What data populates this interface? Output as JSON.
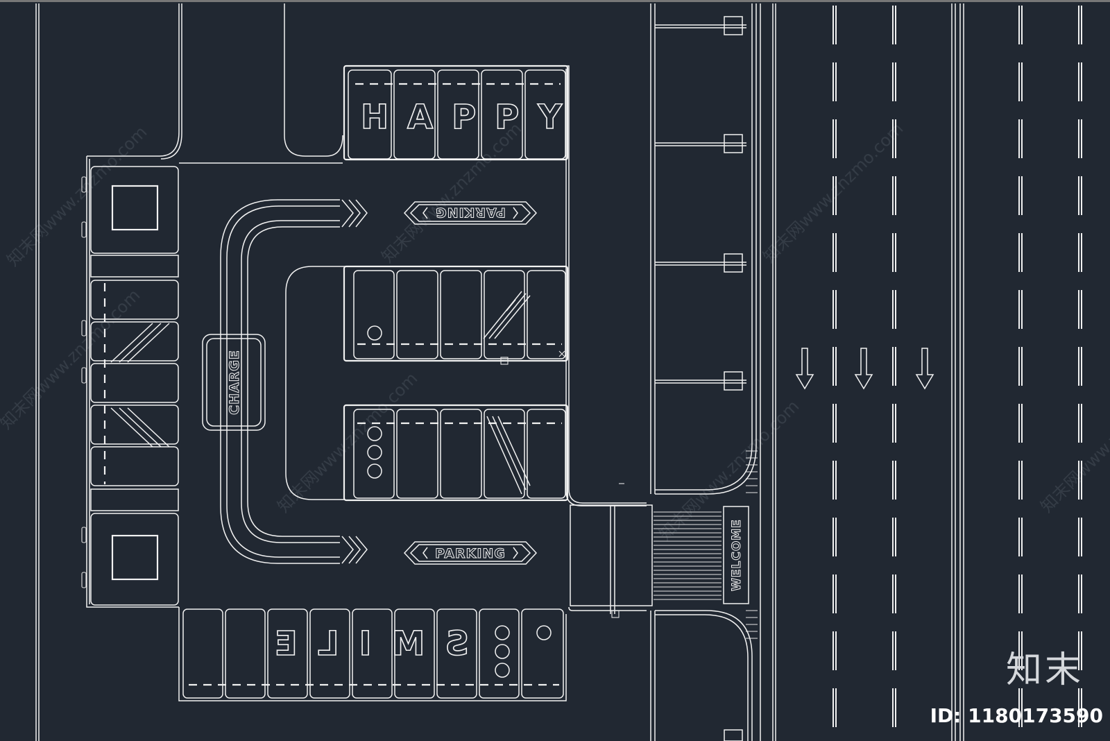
{
  "labels": {
    "top_word": "HAPPY",
    "bottom_word": "SMILE",
    "charge": "CHARGE",
    "parking_top": "PARKING",
    "parking_bottom": "PARKING",
    "welcome": "WELCOME"
  },
  "watermark": "知末网www.znzmo.com",
  "brand": "知末",
  "image_id": "ID: 1180173590",
  "colors": {
    "background": "#212832",
    "line": "#f2f2f2"
  },
  "icons": [
    "arrow-down-icon",
    "chevron-right-icon",
    "ev-charger-circle-icon"
  ]
}
